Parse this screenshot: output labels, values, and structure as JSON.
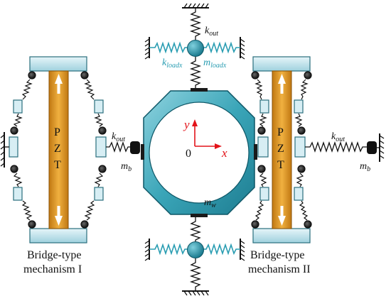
{
  "labels": {
    "pzt_letters": [
      "P",
      "Z",
      "T"
    ],
    "k_out": "k",
    "k_out_sub": "out",
    "k_loadx": "k",
    "k_loadx_sub": "loadx",
    "m_loadx": "m",
    "m_loadx_sub": "loadx",
    "m_b": "m",
    "m_b_sub": "b",
    "m_w": "m",
    "m_w_sub": "w",
    "axis_y": "y",
    "axis_x": "x",
    "origin": "0",
    "bridge_left_line1": "Bridge-type",
    "bridge_left_line2": "mechanism I",
    "bridge_right_line1": "Bridge-type",
    "bridge_right_line2": "mechanism II"
  },
  "colors": {
    "teal": "#3aa5b8",
    "teal_dark": "#1e7d91",
    "teal_light": "#7fcbd8",
    "pzt_orange": "#e39a22",
    "pzt_dark": "#b86f0c",
    "block_blue": "#bfe3ec",
    "axis_red": "#e3141a",
    "ink": "#111111"
  },
  "icons": {
    "ground": "ground-hatch-icon",
    "spring": "spring-icon",
    "hinge": "flexure-hinge-icon",
    "arrow": "actuation-arrow-icon"
  }
}
